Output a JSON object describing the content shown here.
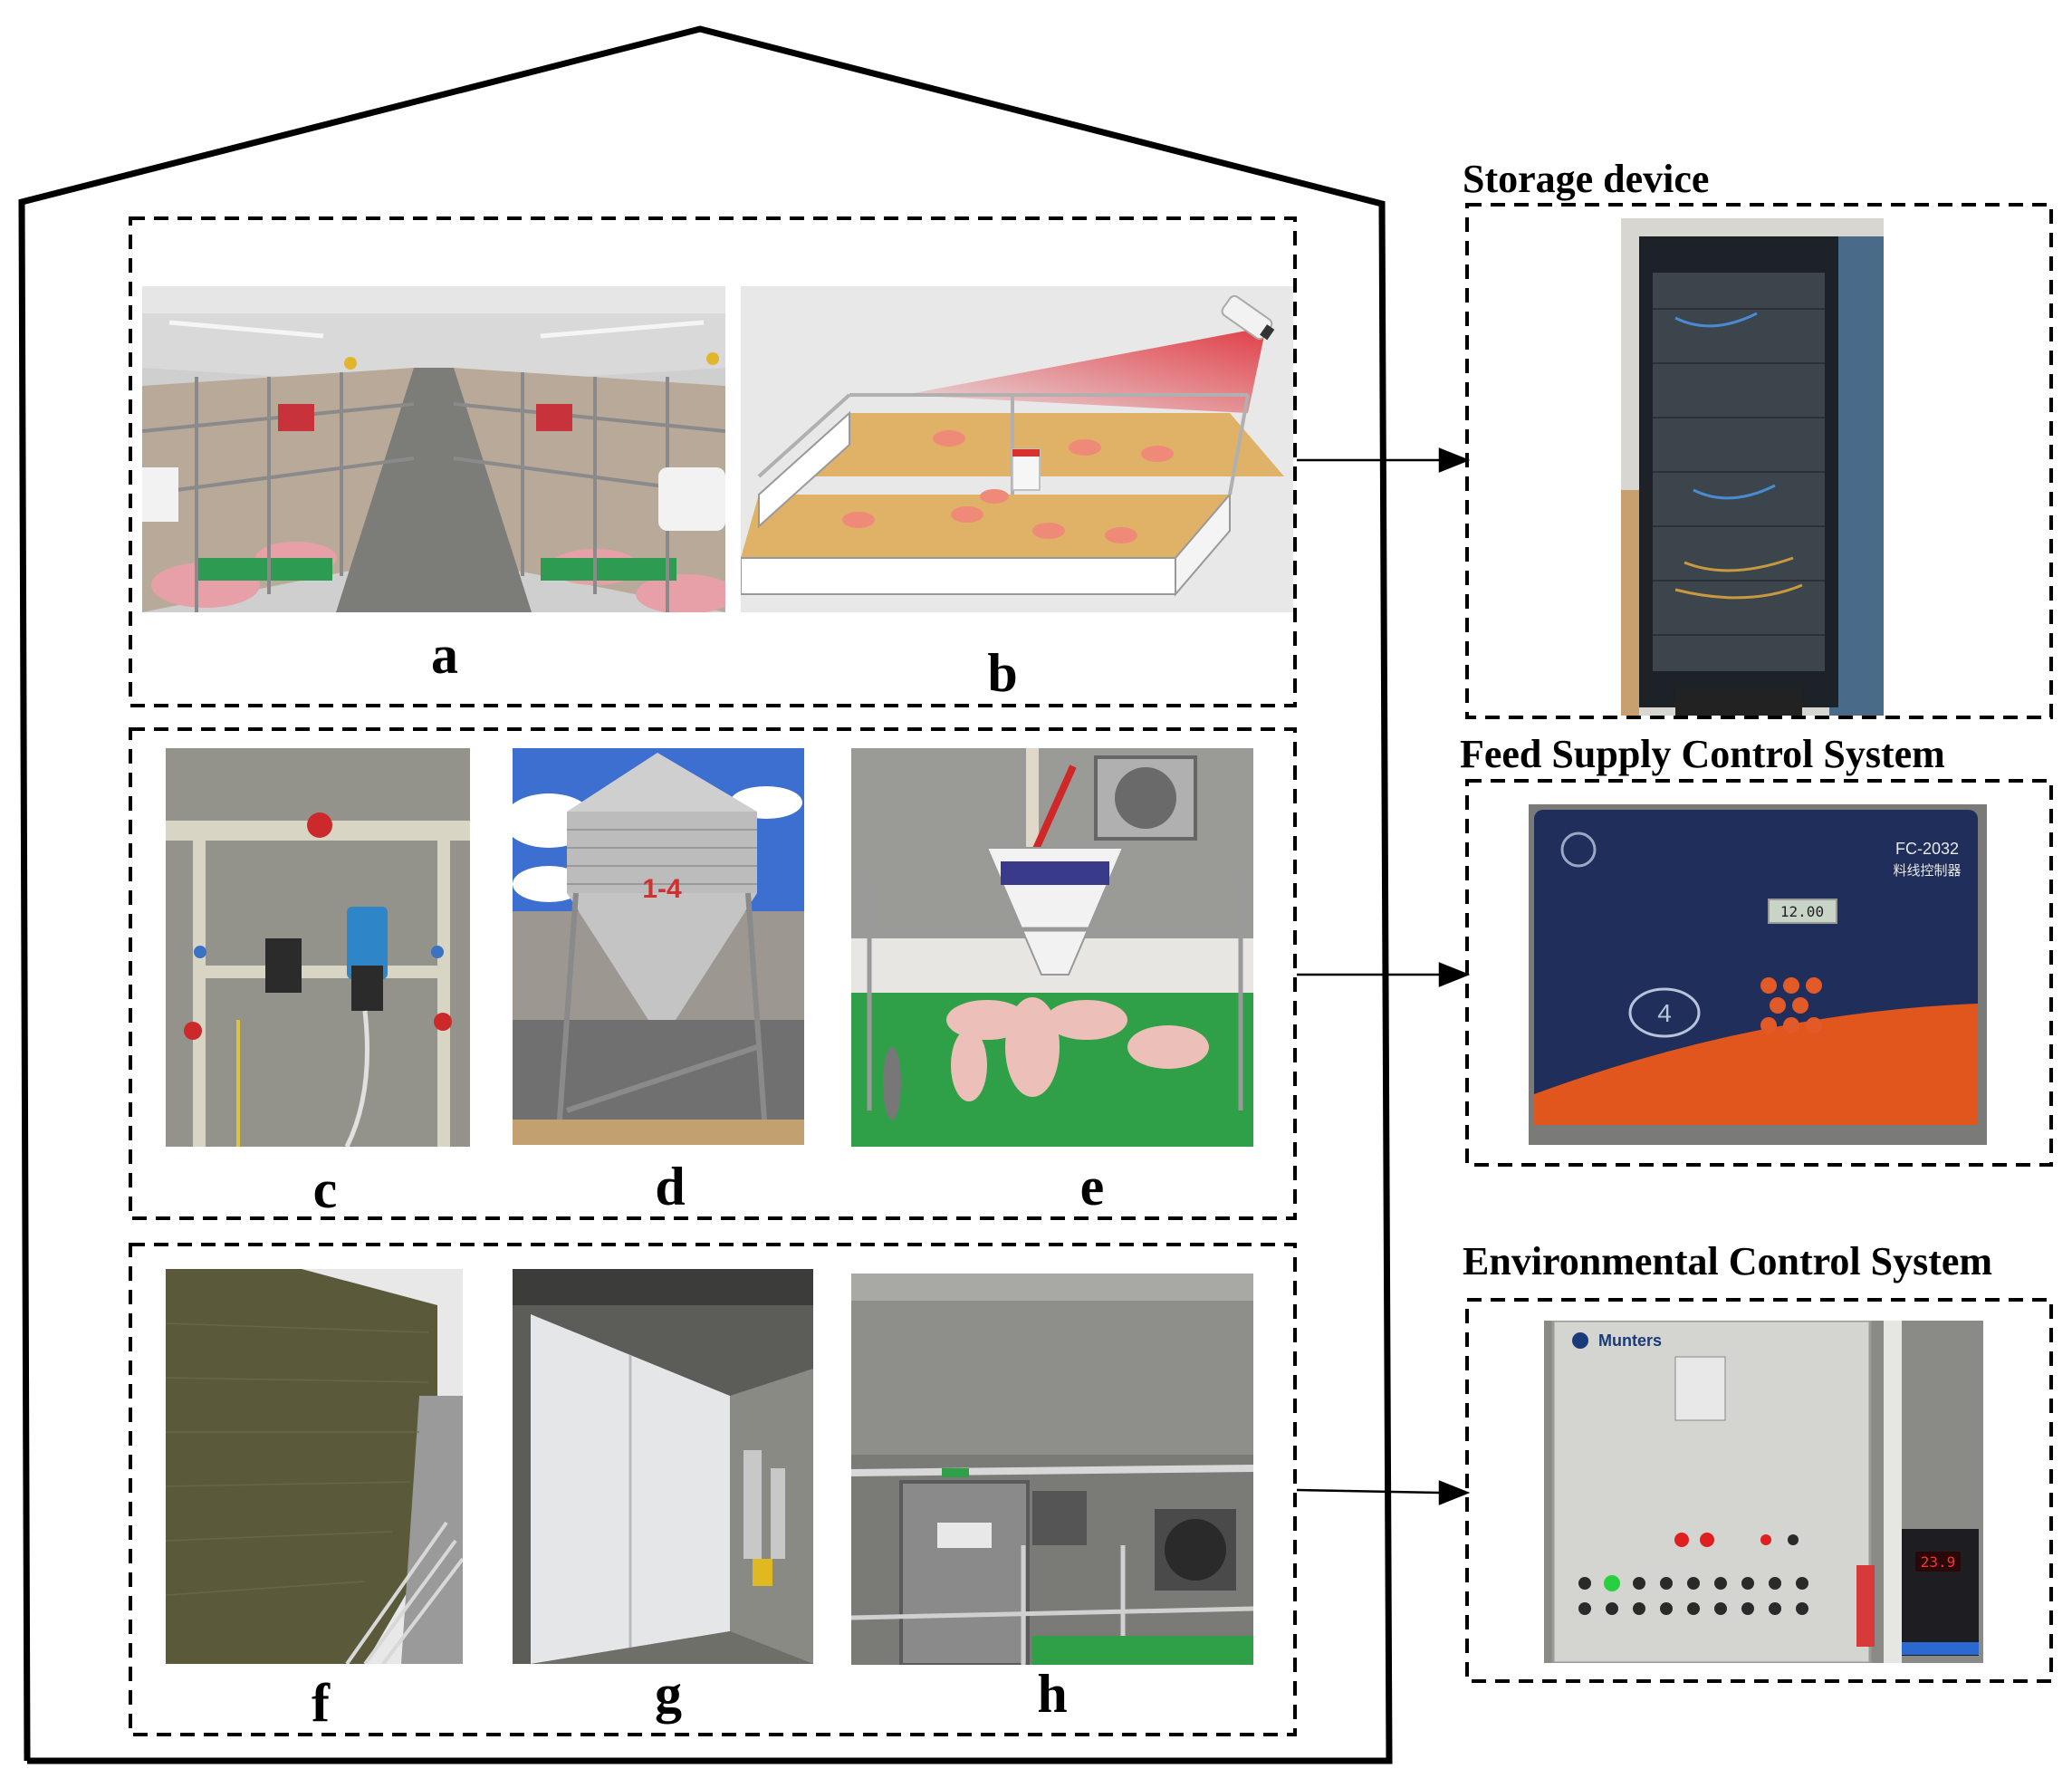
{
  "panels": {
    "a": "a",
    "b": "b",
    "c": "c",
    "d": "d",
    "e": "e",
    "f": "f",
    "g": "g",
    "h": "h"
  },
  "side": {
    "storage_title": "Storage device",
    "feed_title": "Feed Supply Control System",
    "env_title": "Environmental Control System"
  },
  "photo_text": {
    "silo_label": "1-4",
    "controller_model": "FC-2032",
    "controller_subtitle": "料线控制器",
    "controller_display": "12.00",
    "controller_pig_number": "4",
    "env_brand": "Munters",
    "env_display": "23.9"
  },
  "colors": {
    "outline": "#000000",
    "laser_red": "#e0202a",
    "floor_wood": "#e0b268",
    "controller_blue": "#1f2e5a",
    "controller_orange": "#e0561c"
  }
}
